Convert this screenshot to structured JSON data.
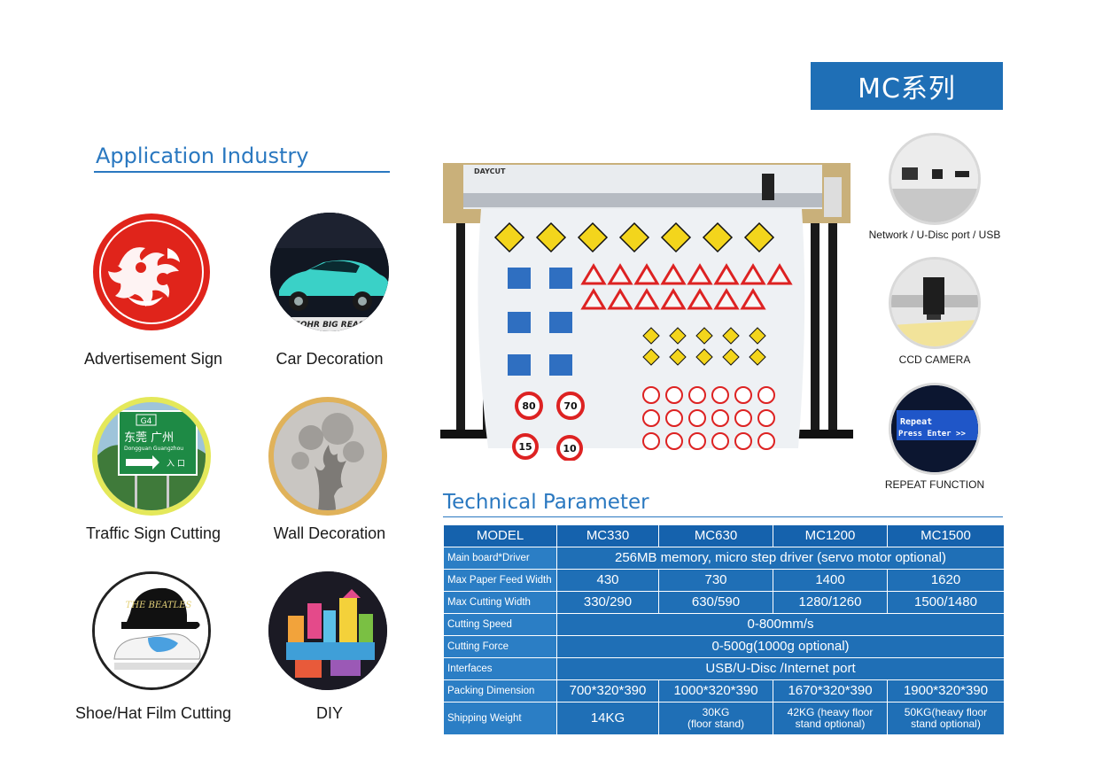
{
  "series_title": "MC系列",
  "application": {
    "title": "Application Industry",
    "items": [
      {
        "label": "Advertisement Sign"
      },
      {
        "label": "Car Decoration",
        "image_caption": "FOHR BIG REAS"
      },
      {
        "label": "Traffic Sign Cutting",
        "sign": {
          "route": "G4",
          "cn": "东莞 广州",
          "en": "Dongguan   Guangzhou",
          "exit": "入 口"
        }
      },
      {
        "label": "Wall Decoration"
      },
      {
        "label": "Shoe/Hat Film Cutting",
        "hat_text": "THE BEATLES"
      },
      {
        "label": "DIY"
      }
    ]
  },
  "machine": {
    "brand": "DAYCUT",
    "speed_signs": [
      "80",
      "70",
      "15",
      "10"
    ]
  },
  "features": [
    {
      "label": "Network / U-Disc port / USB",
      "icon": "usb-port-icon"
    },
    {
      "label": "CCD CAMERA",
      "icon": "camera-icon"
    },
    {
      "label": "REPEAT FUNCTION",
      "screen_line1": "Repeat",
      "screen_line2": "Press Enter >>"
    }
  ],
  "technical": {
    "title": "Technical Parameter",
    "header": [
      "MODEL",
      "MC330",
      "MC630",
      "MC1200",
      "MC1500"
    ],
    "rows": [
      {
        "label": "Main board*Driver",
        "span": "256MB memory, micro step driver (servo motor optional)"
      },
      {
        "label": "Max Paper Feed Width",
        "values": [
          "430",
          "730",
          "1400",
          "1620"
        ]
      },
      {
        "label": "Max Cutting Width",
        "values": [
          "330/290",
          "630/590",
          "1280/1260",
          "1500/1480"
        ]
      },
      {
        "label": "Cutting Speed",
        "span": "0-800mm/s"
      },
      {
        "label": "Cutting Force",
        "span": "0-500g(1000g optional)"
      },
      {
        "label": "Interfaces",
        "span": "USB/U-Disc /Internet port"
      },
      {
        "label": "Packing Dimension",
        "values": [
          "700*320*390",
          "1000*320*390",
          "1670*320*390",
          "1900*320*390"
        ]
      },
      {
        "label": "Shipping Weight",
        "values": [
          "14KG",
          "30KG\n(floor stand)",
          "42KG (heavy floor stand optional)",
          "50KG(heavy floor stand optional)"
        ]
      }
    ]
  },
  "colors": {
    "accent": "#1f6fb6",
    "title_blue": "#2a78c0",
    "table_bg": "#1f6fb6"
  }
}
